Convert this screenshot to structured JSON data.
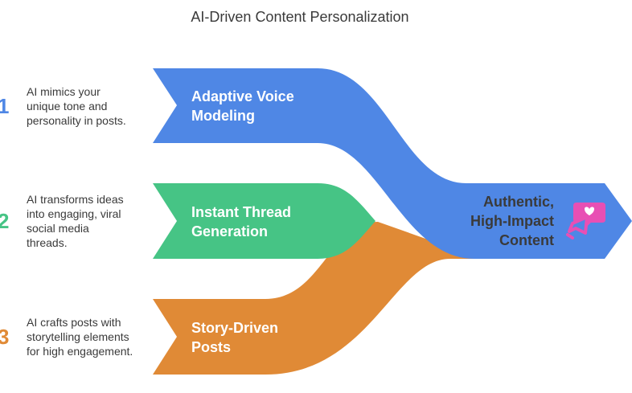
{
  "title": "AI-Driven Content Personalization",
  "colors": {
    "blue": "#4f87e5",
    "green": "#46c485",
    "orange": "#e08a36",
    "pink": "#e84fb4"
  },
  "steps": [
    {
      "number": "1",
      "label_lines": [
        "Adaptive Voice",
        "Modeling"
      ],
      "description_lines": [
        "AI mimics your",
        "unique tone and",
        "personality in posts."
      ]
    },
    {
      "number": "2",
      "label_lines": [
        "Instant Thread",
        "Generation"
      ],
      "description_lines": [
        "AI transforms ideas",
        "into engaging, viral",
        "social media",
        "threads."
      ]
    },
    {
      "number": "3",
      "label_lines": [
        "Story-Driven",
        "Posts"
      ],
      "description_lines": [
        "AI crafts posts with",
        "storytelling elements",
        "for high engagement."
      ]
    }
  ],
  "output": {
    "label_lines": [
      "Authentic,",
      "High-Impact",
      "Content"
    ],
    "icon": "megaphone-chat-icon"
  }
}
